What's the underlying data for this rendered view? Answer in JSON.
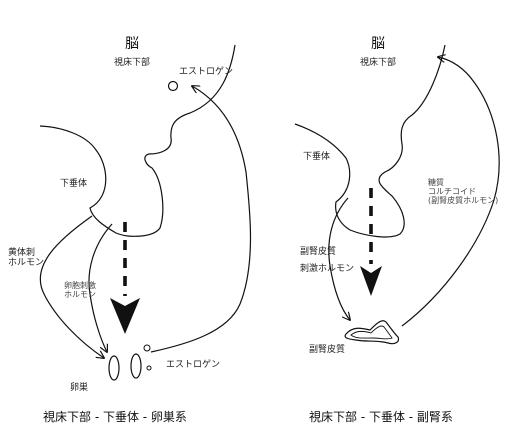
{
  "left_panel": {
    "brain": "脳",
    "hypothalamus": "視床下部",
    "estrogen_top": "エストロゲン",
    "pituitary": "下垂体",
    "lh": [
      "黄体刺",
      "ホルモン"
    ],
    "fsh": [
      "卵胞刺激",
      "ホルモン"
    ],
    "estrogen_bottom": "エストロゲン",
    "ovary": "卵巣",
    "caption": "視床下部 - 下垂体 - 卵巣系"
  },
  "right_panel": {
    "brain": "脳",
    "hypothalamus": "視床下部",
    "pituitary": "下垂体",
    "cortisol": [
      "糖質",
      "コルチコイド",
      "(副腎皮質ホルモン)"
    ],
    "acth": [
      "副腎皮質",
      "刺激ホルモン"
    ],
    "adrenal": "副腎皮質",
    "caption": "視床下部 - 下垂体 - 副腎系"
  },
  "colors": {
    "line": "#111111",
    "text": "#111111",
    "soft_text": "#444444"
  }
}
